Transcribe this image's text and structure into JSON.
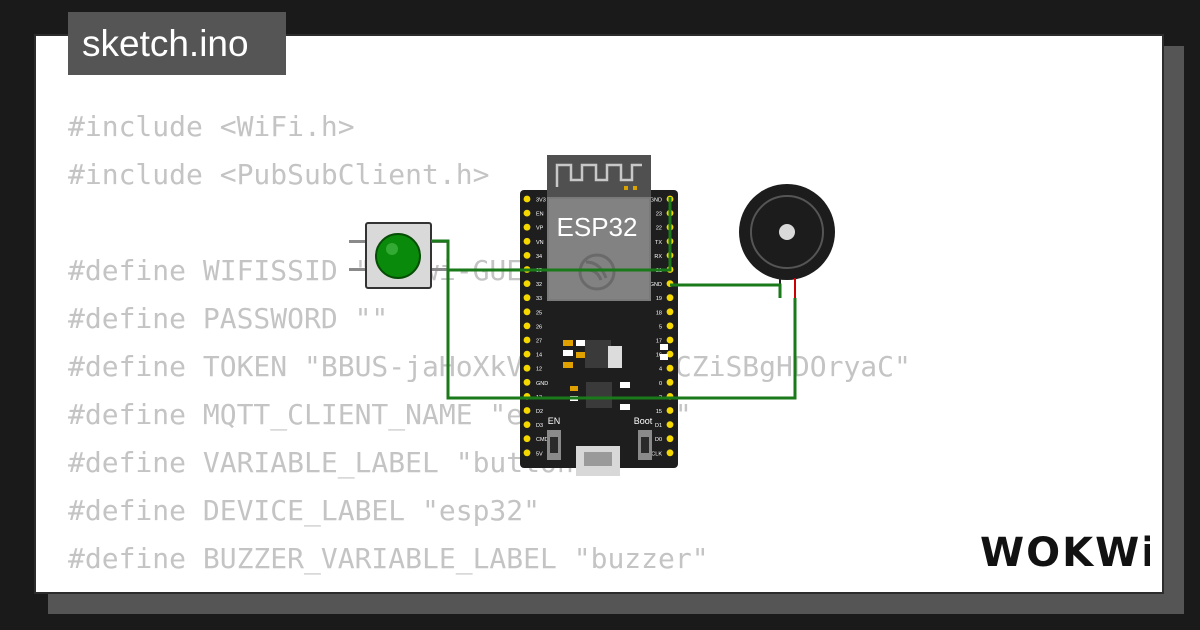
{
  "file_tab": {
    "name": "sketch.ino"
  },
  "code_lines": [
    "#include <WiFi.h>",
    "#include <PubSubClient.h>",
    "",
    "#define WIFISSID \"Wokwi-GUEST\"",
    "#define PASSWORD \"\"",
    "#define TOKEN \"BBUS-jaHoXkVjQRF1cUqxCZiSBgHDOryaC\"",
    "#define MQTT_CLIENT_NAME \"esp32-kasi\"",
    "#define VARIABLE_LABEL \"button\"",
    "#define DEVICE_LABEL \"esp32\"",
    "#define BUZZER_VARIABLE_LABEL \"buzzer\""
  ],
  "board": {
    "label": "ESP32",
    "en_label": "EN",
    "boot_label": "Boot",
    "left_pins": [
      "3V3",
      "EN",
      "VP",
      "VN",
      "34",
      "35",
      "32",
      "33",
      "25",
      "26",
      "27",
      "14",
      "12",
      "GND",
      "13",
      "D2",
      "D3",
      "CMD",
      "5V"
    ],
    "right_pins": [
      "GND",
      "23",
      "22",
      "TX",
      "RX",
      "21",
      "GND",
      "19",
      "18",
      "5",
      "17",
      "16",
      "4",
      "0",
      "2",
      "15",
      "D1",
      "D0",
      "CLK"
    ]
  },
  "logo": {
    "text": "WOKWi"
  },
  "colors": {
    "background": "#1a1a1a",
    "card": "#ffffff",
    "shadow": "#555555",
    "code_text": "#c4c4c4",
    "wire": "#1a7a1a",
    "board": "#1e1e1e",
    "pin": "#f5d800",
    "button_cap": "#0a8a0a"
  },
  "icons": {
    "board": "esp32-devkit-icon",
    "button": "pushbutton-icon",
    "buzzer": "buzzer-icon",
    "antenna": "wifi-antenna-icon",
    "usb": "micro-usb-icon"
  }
}
